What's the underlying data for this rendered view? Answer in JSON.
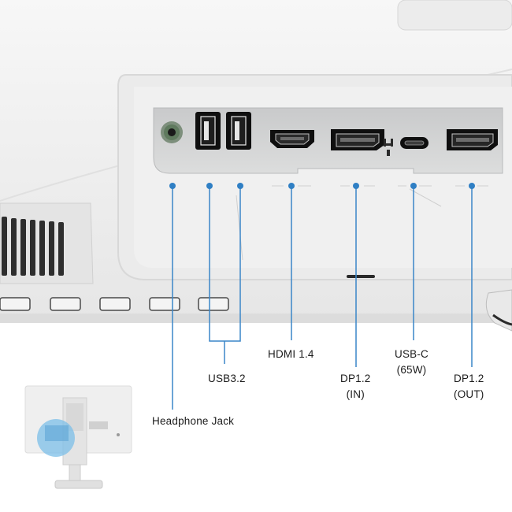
{
  "ports": {
    "headphone": "Headphone Jack",
    "usb": "USB3.2",
    "hdmi": "HDMI 1.4",
    "usbc": [
      "USB-C",
      "(65W)"
    ],
    "dp_in": [
      "DP1.2",
      "(IN)"
    ],
    "dp_out": [
      "DP1.2",
      "(OUT)"
    ]
  },
  "colors": {
    "callout_line": "#3a86c8",
    "callout_dot": "#2f7fc4",
    "port_panel": "#d5d6d7",
    "monitor_body": "#f1f1f1",
    "highlight": "#7cbfe8"
  }
}
